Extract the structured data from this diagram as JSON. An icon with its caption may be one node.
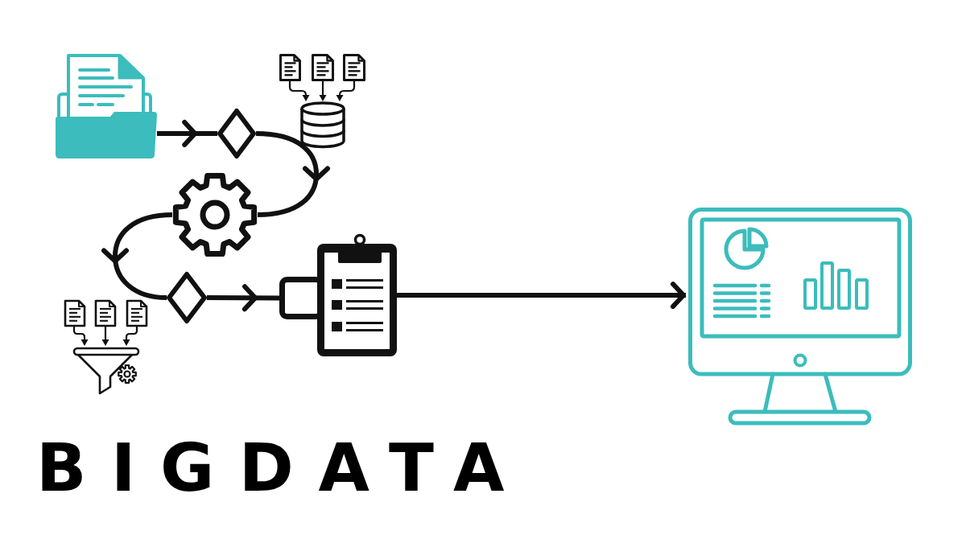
{
  "diagram": {
    "title": "BIGDATA",
    "nodes": [
      {
        "text": [],
        "shape": "picture"
      },
      {
        "text": [],
        "shape": "diamond"
      },
      {
        "text": [],
        "shape": "picture"
      },
      {
        "text": [],
        "shape": "diamond"
      },
      {
        "text": [],
        "shape": "box"
      },
      {
        "text": [],
        "shape": "picture"
      },
      {
        "text": [],
        "shape": "picture"
      }
    ],
    "edges": [
      {
        "from": 0,
        "to": 1,
        "arrow": "to"
      },
      {
        "from": 1,
        "to": 2,
        "arrow": "to"
      },
      {
        "from": 2,
        "to": 3,
        "arrow": "to"
      },
      {
        "from": 3,
        "to": 4,
        "arrow": "to"
      },
      {
        "from": 5,
        "to": 6,
        "arrow": "to"
      }
    ]
  }
}
